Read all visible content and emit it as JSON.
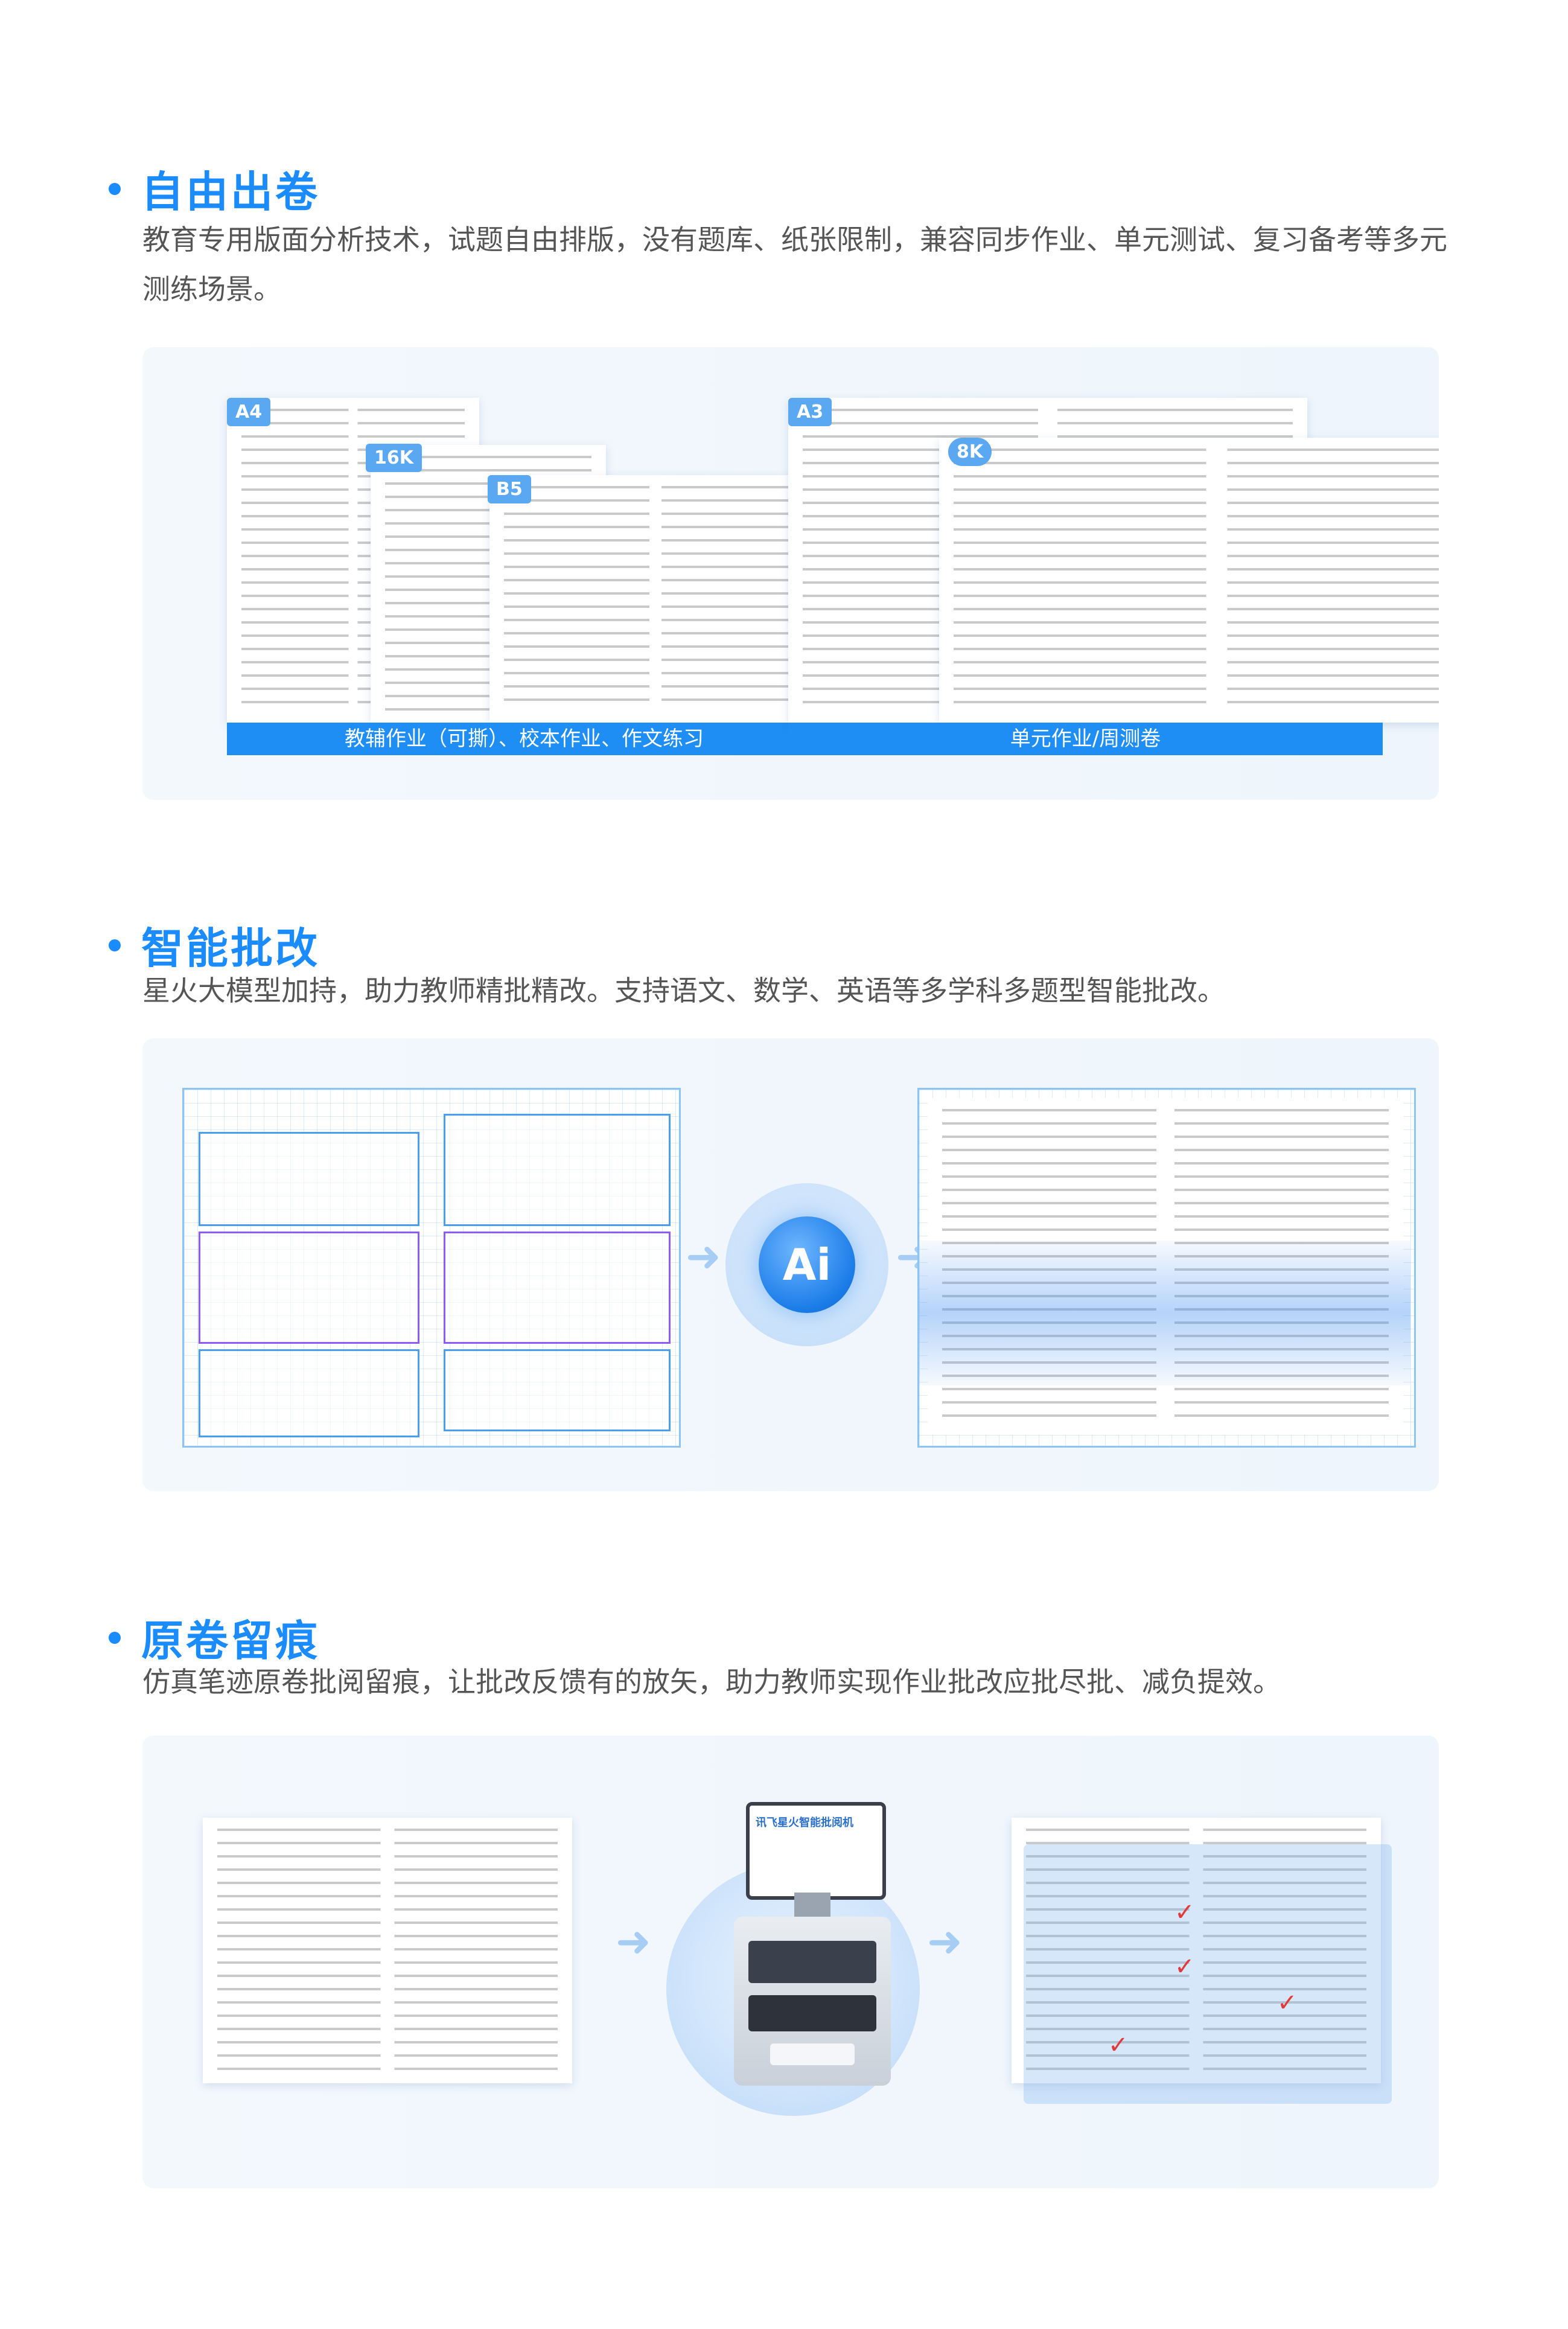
{
  "sections": [
    {
      "title": "自由出卷",
      "description": "教育专用版面分析技术，试题自由排版，没有题库、纸张限制，兼容同步作业、单元测试、复习备考等多元测练场景。",
      "sizes": [
        "A4",
        "16K",
        "B5",
        "A3",
        "8K"
      ],
      "captions": [
        "教辅作业（可撕）、校本作业、作文练习",
        "单元作业/周测卷"
      ]
    },
    {
      "title": "智能批改",
      "description": "星火大模型加持，助力教师精批精改。支持语文、数学、英语等多学科多题型智能批改。",
      "ai_label": "Ai"
    },
    {
      "title": "原卷留痕",
      "description": "仿真笔迹原卷批阅留痕，让批改反馈有的放矢，助力教师实现作业批改应批尽批、减负提效。",
      "machine_label": "讯飞星火智能批阅机"
    }
  ],
  "icons": {
    "arrow": "arrow-right-icon",
    "bullet": "dot-icon"
  },
  "colors": {
    "accent": "#1a8cff",
    "caption": "#1e8ef4"
  }
}
